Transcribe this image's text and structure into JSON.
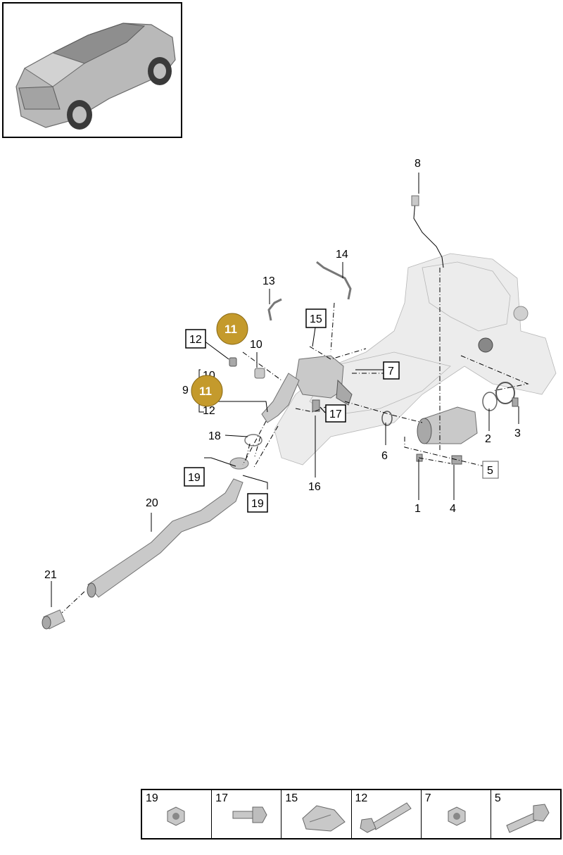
{
  "callouts": {
    "c1": "1",
    "c2": "2",
    "c3": "3",
    "c4": "4",
    "c5": "5",
    "c6": "6",
    "c7": "7",
    "c8": "8",
    "c9": "9",
    "c10a": "10",
    "c10b": "10",
    "c11a": "11",
    "c11b": "11",
    "c12a": "12",
    "c12b": "12",
    "c13": "13",
    "c14": "14",
    "c15": "15",
    "c16": "16",
    "c17": "17",
    "c18": "18",
    "c19a": "19",
    "c19b": "19",
    "c20": "20",
    "c21": "21"
  },
  "legend": [
    {
      "num": "19",
      "icon": "nut-icon"
    },
    {
      "num": "17",
      "icon": "bolt-icon"
    },
    {
      "num": "15",
      "icon": "clip-icon"
    },
    {
      "num": "12",
      "icon": "long-bolt-icon"
    },
    {
      "num": "7",
      "icon": "nut-icon"
    },
    {
      "num": "5",
      "icon": "bolt-icon"
    }
  ],
  "colors": {
    "highlight": "#c49a2c",
    "line": "#000000",
    "part": "#c9c9c9"
  }
}
